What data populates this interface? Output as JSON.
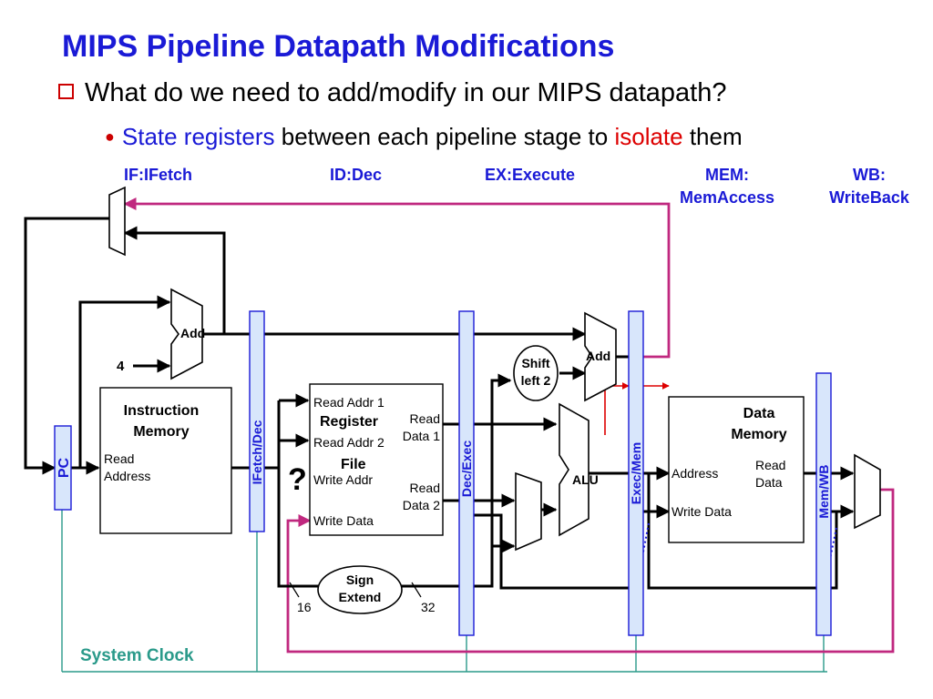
{
  "slide": {
    "title": "MIPS Pipeline Datapath Modifications",
    "bullet1": "What do we need to add/modify in our MIPS datapath?",
    "bullet2": {
      "part1": "State registers",
      "part2": " between each pipeline stage to ",
      "part3": "isolate",
      "part4": " them"
    }
  },
  "stages": {
    "if": "IF:IFetch",
    "id": "ID:Dec",
    "ex": "EX:Execute",
    "mem_line1": "MEM:",
    "mem_line2": "MemAccess",
    "wb_line1": "WB:",
    "wb_line2": "WriteBack"
  },
  "pipeline_registers": {
    "pc": "PC",
    "if_dec": "IFetch/Dec",
    "dec_exec": "Dec/Exec",
    "exec_mem": "Exec/Mem",
    "mem_wb": "Mem/WB"
  },
  "components": {
    "instruction_memory": {
      "line1": "Instruction",
      "line2": "Memory",
      "port1": "Read",
      "port2": "Address"
    },
    "register_file": {
      "read_addr1": "Read Addr 1",
      "title1": "Register",
      "read_addr2": "Read Addr 2",
      "title2": "File",
      "write_addr": "Write Addr",
      "write_data": "Write Data",
      "read_data1_l1": "Read",
      "read_data1_l2": "Data 1",
      "read_data2_l1": "Read",
      "read_data2_l2": "Data 2"
    },
    "data_memory": {
      "line1": "Data",
      "line2": "Memory",
      "address": "Address",
      "write_data": "Write Data",
      "read_data_l1": "Read",
      "read_data_l2": "Data"
    },
    "adder1": "Add",
    "adder2": "Add",
    "alu": "ALU",
    "shift_l1": "Shift",
    "shift_l2": "left 2",
    "sign_l1": "Sign",
    "sign_l2": "Extend",
    "const_four": "4",
    "bits_in": "16",
    "bits_out": "32",
    "question": "?",
    "clock": "System Clock"
  },
  "colors": {
    "title": "#1a1ad6",
    "accent_red": "#dd0000",
    "writeback_magenta": "#c0287f",
    "clock_teal": "#2a9a8a",
    "pipe_reg_fill": "#d8e6fb",
    "pipe_reg_text": "#1a1ad6"
  }
}
